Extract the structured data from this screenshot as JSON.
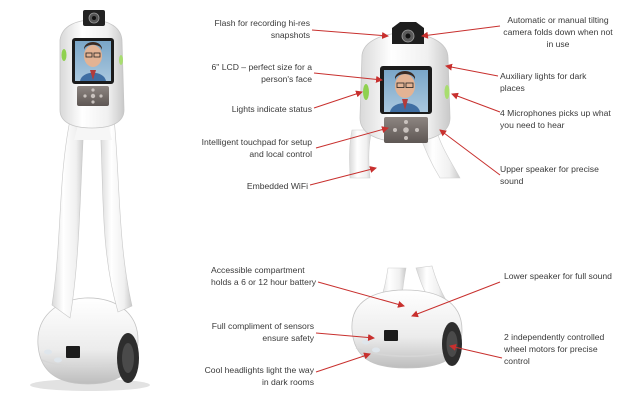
{
  "labels": {
    "flash": "Flash for recording hi-res snapshots",
    "lcd": "6\" LCD – perfect size for a person's face",
    "lights_status": "Lights indicate status",
    "touchpad": "Intelligent touchpad for setup and local control",
    "wifi": "Embedded WiFi",
    "camera": "Automatic or manual tilting camera  folds down when not in use",
    "aux_lights": "Auxiliary lights for dark places",
    "microphones": "4 Microphones picks up what you need to hear",
    "upper_speaker": "Upper speaker for precise sound",
    "compartment": "Accessible compartment holds a 6 or 12 hour battery",
    "sensors": "Full compliment of sensors ensure safety",
    "headlights": "Cool headlights light the way in dark rooms",
    "lower_speaker": "Lower speaker for full sound",
    "wheel_motors": "2  independently controlled wheel motors for precise control"
  },
  "colors": {
    "arrow": "#c8302e",
    "body": "#f4f4f4",
    "panel": "#7b7370",
    "status_light": "#8fd14f",
    "wheel": "#2d2d2d"
  },
  "icons": [
    "camera-icon",
    "touchpad-icon",
    "status-light-icon",
    "wheel-icon"
  ]
}
